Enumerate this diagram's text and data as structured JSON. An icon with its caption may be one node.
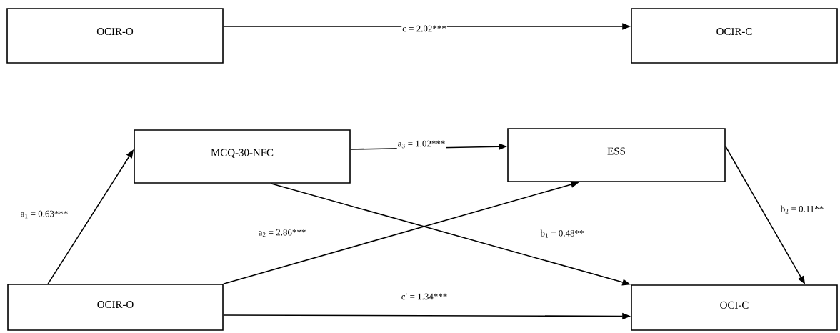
{
  "diagram": {
    "nodes": [
      {
        "text": [
          "OCIR-O"
        ]
      },
      {
        "text": [
          "OCIR-C"
        ]
      },
      {
        "text": [
          "MCQ-30-NFC"
        ]
      },
      {
        "text": [
          "ESS"
        ]
      },
      {
        "text": [
          "OCIR-O"
        ]
      },
      {
        "text": [
          "OCI-C"
        ]
      }
    ],
    "edges": [
      {
        "from": 0,
        "to": 1,
        "arrow": "to",
        "label": "c = 2.02***"
      },
      {
        "from": 2,
        "to": 3,
        "arrow": "to",
        "label": "a$_{3}$ = 1.02***"
      },
      {
        "from": 4,
        "to": 2,
        "arrow": "to",
        "label": "a$_{1}$ = 0.63***"
      },
      {
        "from": 4,
        "to": 3,
        "arrow": "to",
        "label": "a$_{2}$ = 2.86***"
      },
      {
        "from": 2,
        "to": 5,
        "arrow": "to",
        "label": "b$_{1}$ = 0.48**"
      },
      {
        "from": 3,
        "to": 5,
        "arrow": "to",
        "label": "b$_{2}$ = 0.11**"
      },
      {
        "from": 4,
        "to": 5,
        "arrow": "to",
        "label": "c′ = 1.34***"
      }
    ]
  }
}
